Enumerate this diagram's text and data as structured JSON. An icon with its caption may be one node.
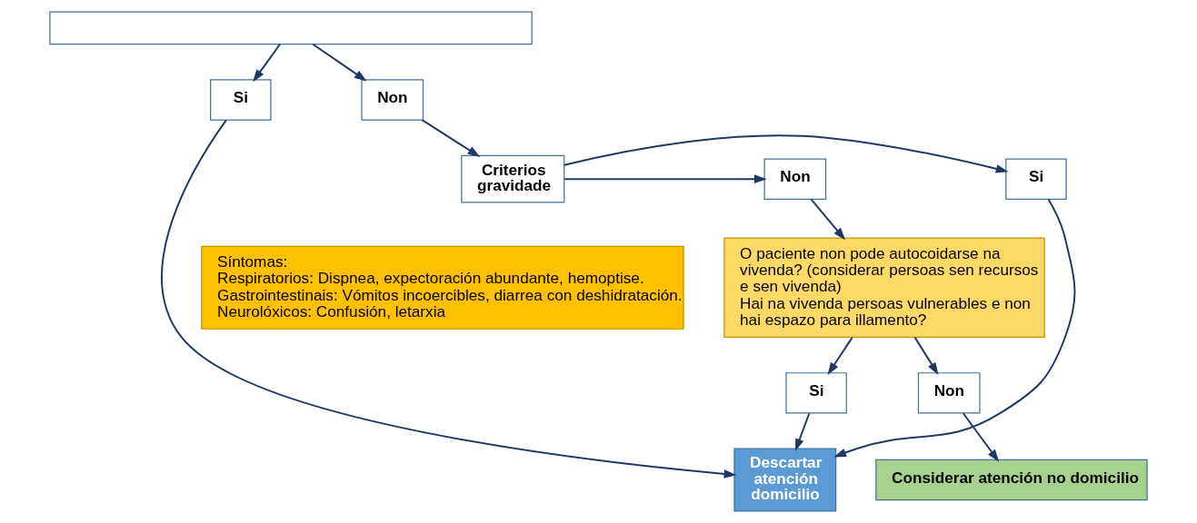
{
  "diagram": {
    "nodes": [
      {
        "text": [],
        "shape": "box"
      },
      {
        "text": [
          "Si"
        ]
      },
      {
        "text": [
          "Non"
        ]
      },
      {
        "text": [
          "Criterios gravidade"
        ]
      },
      {
        "text": [
          "Si"
        ]
      },
      {
        "text": [
          "Non"
        ]
      },
      {
        "text": [
          "Síntomas:",
          "Respiratorios: Dispnea, expectoración abundante, hemoptise.",
          "Gastrointestinais: Vómitos incoercibles, diarrea con deshidratación.",
          "Neurolóxicos: Confusión, letarxia"
        ]
      },
      {
        "text": [
          "O paciente non pode autocoidarse na vivenda? (considerar persoas sen recursos e sen vivenda)",
          "Hai na vivenda persoas vulnerables e non hai espazo para illamento?"
        ]
      },
      {
        "text": [
          "Si"
        ]
      },
      {
        "text": [
          "Non"
        ]
      },
      {
        "text": [
          "Descartar atención domicilio"
        ]
      },
      {
        "text": [
          "Considerar atención no domicilio"
        ]
      }
    ],
    "edges": [
      {
        "from": 0,
        "to": 1,
        "arrow": "to"
      },
      {
        "from": 0,
        "to": 2,
        "arrow": "to"
      },
      {
        "from": 2,
        "to": 3,
        "arrow": "to"
      },
      {
        "from": 3,
        "to": 4,
        "arrow": "to"
      },
      {
        "from": 3,
        "to": 5,
        "arrow": "to"
      },
      {
        "from": 5,
        "to": 7,
        "arrow": "to"
      },
      {
        "from": 7,
        "to": 8,
        "arrow": "to"
      },
      {
        "from": 7,
        "to": 9,
        "arrow": "to"
      },
      {
        "from": 1,
        "to": 10,
        "arrow": "to"
      },
      {
        "from": 4,
        "to": 10,
        "arrow": "to"
      },
      {
        "from": 8,
        "to": 10,
        "arrow": "to"
      },
      {
        "from": 9,
        "to": 11,
        "arrow": "to"
      }
    ]
  }
}
